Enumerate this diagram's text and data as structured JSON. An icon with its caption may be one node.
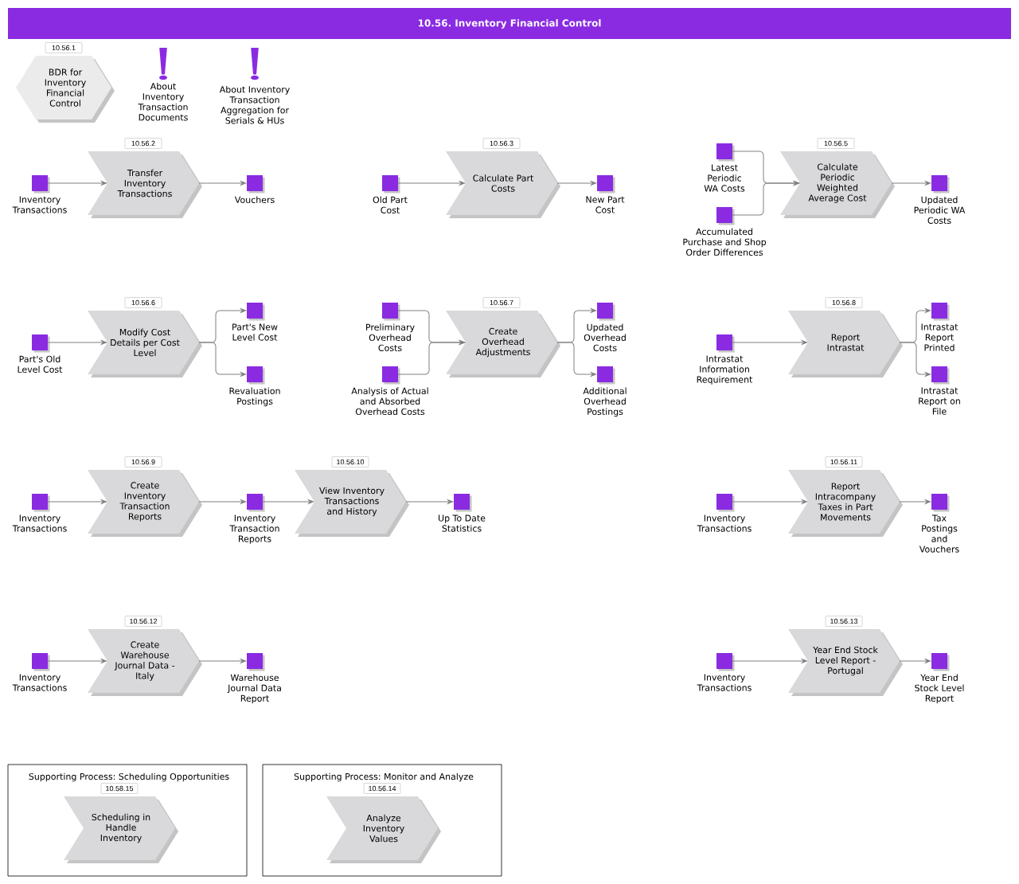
{
  "diagram": {
    "title": "10.56. Inventory Financial Control",
    "nodes": [
      {
        "text": [
          "10.56.1",
          "BDR for Inventory Financial Control"
        ]
      },
      {
        "text": [
          "About Inventory Transaction Documents"
        ]
      },
      {
        "text": [
          "About Inventory Transaction Aggregation for Serials & HUs"
        ]
      },
      {
        "text": [
          "Inventory Transactions"
        ]
      },
      {
        "text": [
          "10.56.2",
          "Transfer Inventory Transactions"
        ]
      },
      {
        "text": [
          "Vouchers"
        ]
      },
      {
        "text": [
          "Old Part Cost"
        ]
      },
      {
        "text": [
          "10.56.3",
          "Calculate Part Costs"
        ]
      },
      {
        "text": [
          "New Part Cost"
        ]
      },
      {
        "text": [
          "Latest Periodic WA Costs"
        ]
      },
      {
        "text": [
          "Accumulated Purchase and Shop Order Differences"
        ]
      },
      {
        "text": [
          "10.56.5",
          "Calculate Periodic Weighted Average Cost"
        ]
      },
      {
        "text": [
          "Updated Periodic WA Costs"
        ]
      },
      {
        "text": [
          "Part's Old Level Cost"
        ]
      },
      {
        "text": [
          "10.56.6",
          "Modify Cost Details per Cost Level"
        ]
      },
      {
        "text": [
          "Part's New Level Cost"
        ]
      },
      {
        "text": [
          "Revaluation Postings"
        ]
      },
      {
        "text": [
          "Preliminary Overhead Costs"
        ]
      },
      {
        "text": [
          "Analysis of Actual and Absorbed Overhead Costs"
        ]
      },
      {
        "text": [
          "10.56.7",
          "Create Overhead Adjustments"
        ]
      },
      {
        "text": [
          "Updated Overhead Costs"
        ]
      },
      {
        "text": [
          "Additional Overhead Postings"
        ]
      },
      {
        "text": [
          "Intrastat Information Requirement"
        ]
      },
      {
        "text": [
          "10.56.8",
          "Report Intrastat"
        ]
      },
      {
        "text": [
          "Intrastat Report Printed"
        ]
      },
      {
        "text": [
          "Intrastat Report on File"
        ]
      },
      {
        "text": [
          "Inventory Transactions"
        ]
      },
      {
        "text": [
          "10.56.9",
          "Create Inventory Transaction Reports"
        ]
      },
      {
        "text": [
          "Inventory Transaction Reports"
        ]
      },
      {
        "text": [
          "10.56.10",
          "View Inventory Transactions and History"
        ]
      },
      {
        "text": [
          "Up To Date Statistics"
        ]
      },
      {
        "text": [
          "Inventory Transactions"
        ]
      },
      {
        "text": [
          "10.56.11",
          "Report Intracompany Taxes in Part Movements"
        ]
      },
      {
        "text": [
          "Tax Postings and Vouchers"
        ]
      },
      {
        "text": [
          "Inventory Transactions"
        ]
      },
      {
        "text": [
          "10.56.12",
          "Create Warehouse Journal Data - Italy"
        ]
      },
      {
        "text": [
          "Warehouse Journal Data Report"
        ]
      },
      {
        "text": [
          "Inventory Transactions"
        ]
      },
      {
        "text": [
          "10.56.13",
          "Year End Stock Level Report - Portugal"
        ]
      },
      {
        "text": [
          "Year End Stock Level Report"
        ]
      },
      {
        "text": [
          "Supporting Process: Scheduling Opportunities"
        ]
      },
      {
        "text": [
          "10.58.15",
          "Scheduling in Handle Inventory"
        ],
        "in": 40
      },
      {
        "text": [
          "Supporting Process: Monitor and Analyze"
        ]
      },
      {
        "text": [
          "10.56.14",
          "Analyze Inventory Values"
        ],
        "in": 42
      }
    ],
    "edges": [
      {
        "from": 3,
        "to": 4,
        "arrow": "to"
      },
      {
        "from": 4,
        "to": 5,
        "arrow": "to"
      },
      {
        "from": 6,
        "to": 7,
        "arrow": "to"
      },
      {
        "from": 7,
        "to": 8,
        "arrow": "to"
      },
      {
        "from": 9,
        "to": 11,
        "arrow": "to"
      },
      {
        "from": 10,
        "to": 11,
        "arrow": "to"
      },
      {
        "from": 11,
        "to": 12,
        "arrow": "to"
      },
      {
        "from": 13,
        "to": 14,
        "arrow": "to"
      },
      {
        "from": 14,
        "to": 15,
        "arrow": "to"
      },
      {
        "from": 14,
        "to": 16,
        "arrow": "to"
      },
      {
        "from": 17,
        "to": 19,
        "arrow": "to"
      },
      {
        "from": 18,
        "to": 19,
        "arrow": "to"
      },
      {
        "from": 19,
        "to": 20,
        "arrow": "to"
      },
      {
        "from": 19,
        "to": 21,
        "arrow": "to"
      },
      {
        "from": 22,
        "to": 23,
        "arrow": "to"
      },
      {
        "from": 23,
        "to": 24,
        "arrow": "to"
      },
      {
        "from": 23,
        "to": 25,
        "arrow": "to"
      },
      {
        "from": 26,
        "to": 27,
        "arrow": "to"
      },
      {
        "from": 27,
        "to": 28,
        "arrow": "to"
      },
      {
        "from": 28,
        "to": 29,
        "arrow": "to"
      },
      {
        "from": 29,
        "to": 30,
        "arrow": "to"
      },
      {
        "from": 31,
        "to": 32,
        "arrow": "to"
      },
      {
        "from": 32,
        "to": 33,
        "arrow": "to"
      },
      {
        "from": 34,
        "to": 35,
        "arrow": "to"
      },
      {
        "from": 35,
        "to": 36,
        "arrow": "to"
      },
      {
        "from": 37,
        "to": 38,
        "arrow": "to"
      },
      {
        "from": 38,
        "to": 39,
        "arrow": "to"
      }
    ]
  }
}
